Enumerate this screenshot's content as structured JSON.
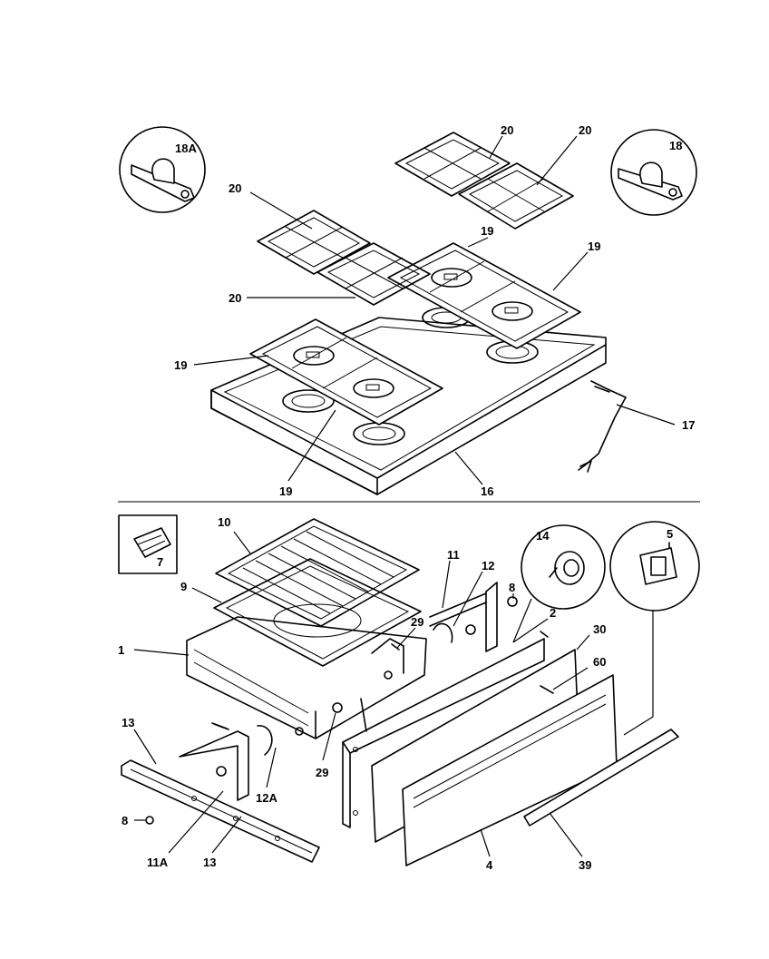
{
  "labels": {
    "l18A": "18A",
    "l20a": "20",
    "l20b": "20",
    "l20c": "20",
    "l20d": "20",
    "l18": "18",
    "l19a": "19",
    "l19b": "19",
    "l19c": "19",
    "l19d": "19",
    "l17": "17",
    "l16": "16",
    "l7": "7",
    "l10": "10",
    "l9": "9",
    "l1": "1",
    "l11": "11",
    "l12": "12",
    "l8a": "8",
    "l14": "14",
    "l5": "5",
    "l2": "2",
    "l30": "30",
    "l60": "60",
    "l29a": "29",
    "l29b": "29",
    "l13a": "13",
    "l12A": "12A",
    "l8b": "8",
    "l11A": "11A",
    "l13b": "13",
    "l4": "4",
    "l39": "39"
  }
}
